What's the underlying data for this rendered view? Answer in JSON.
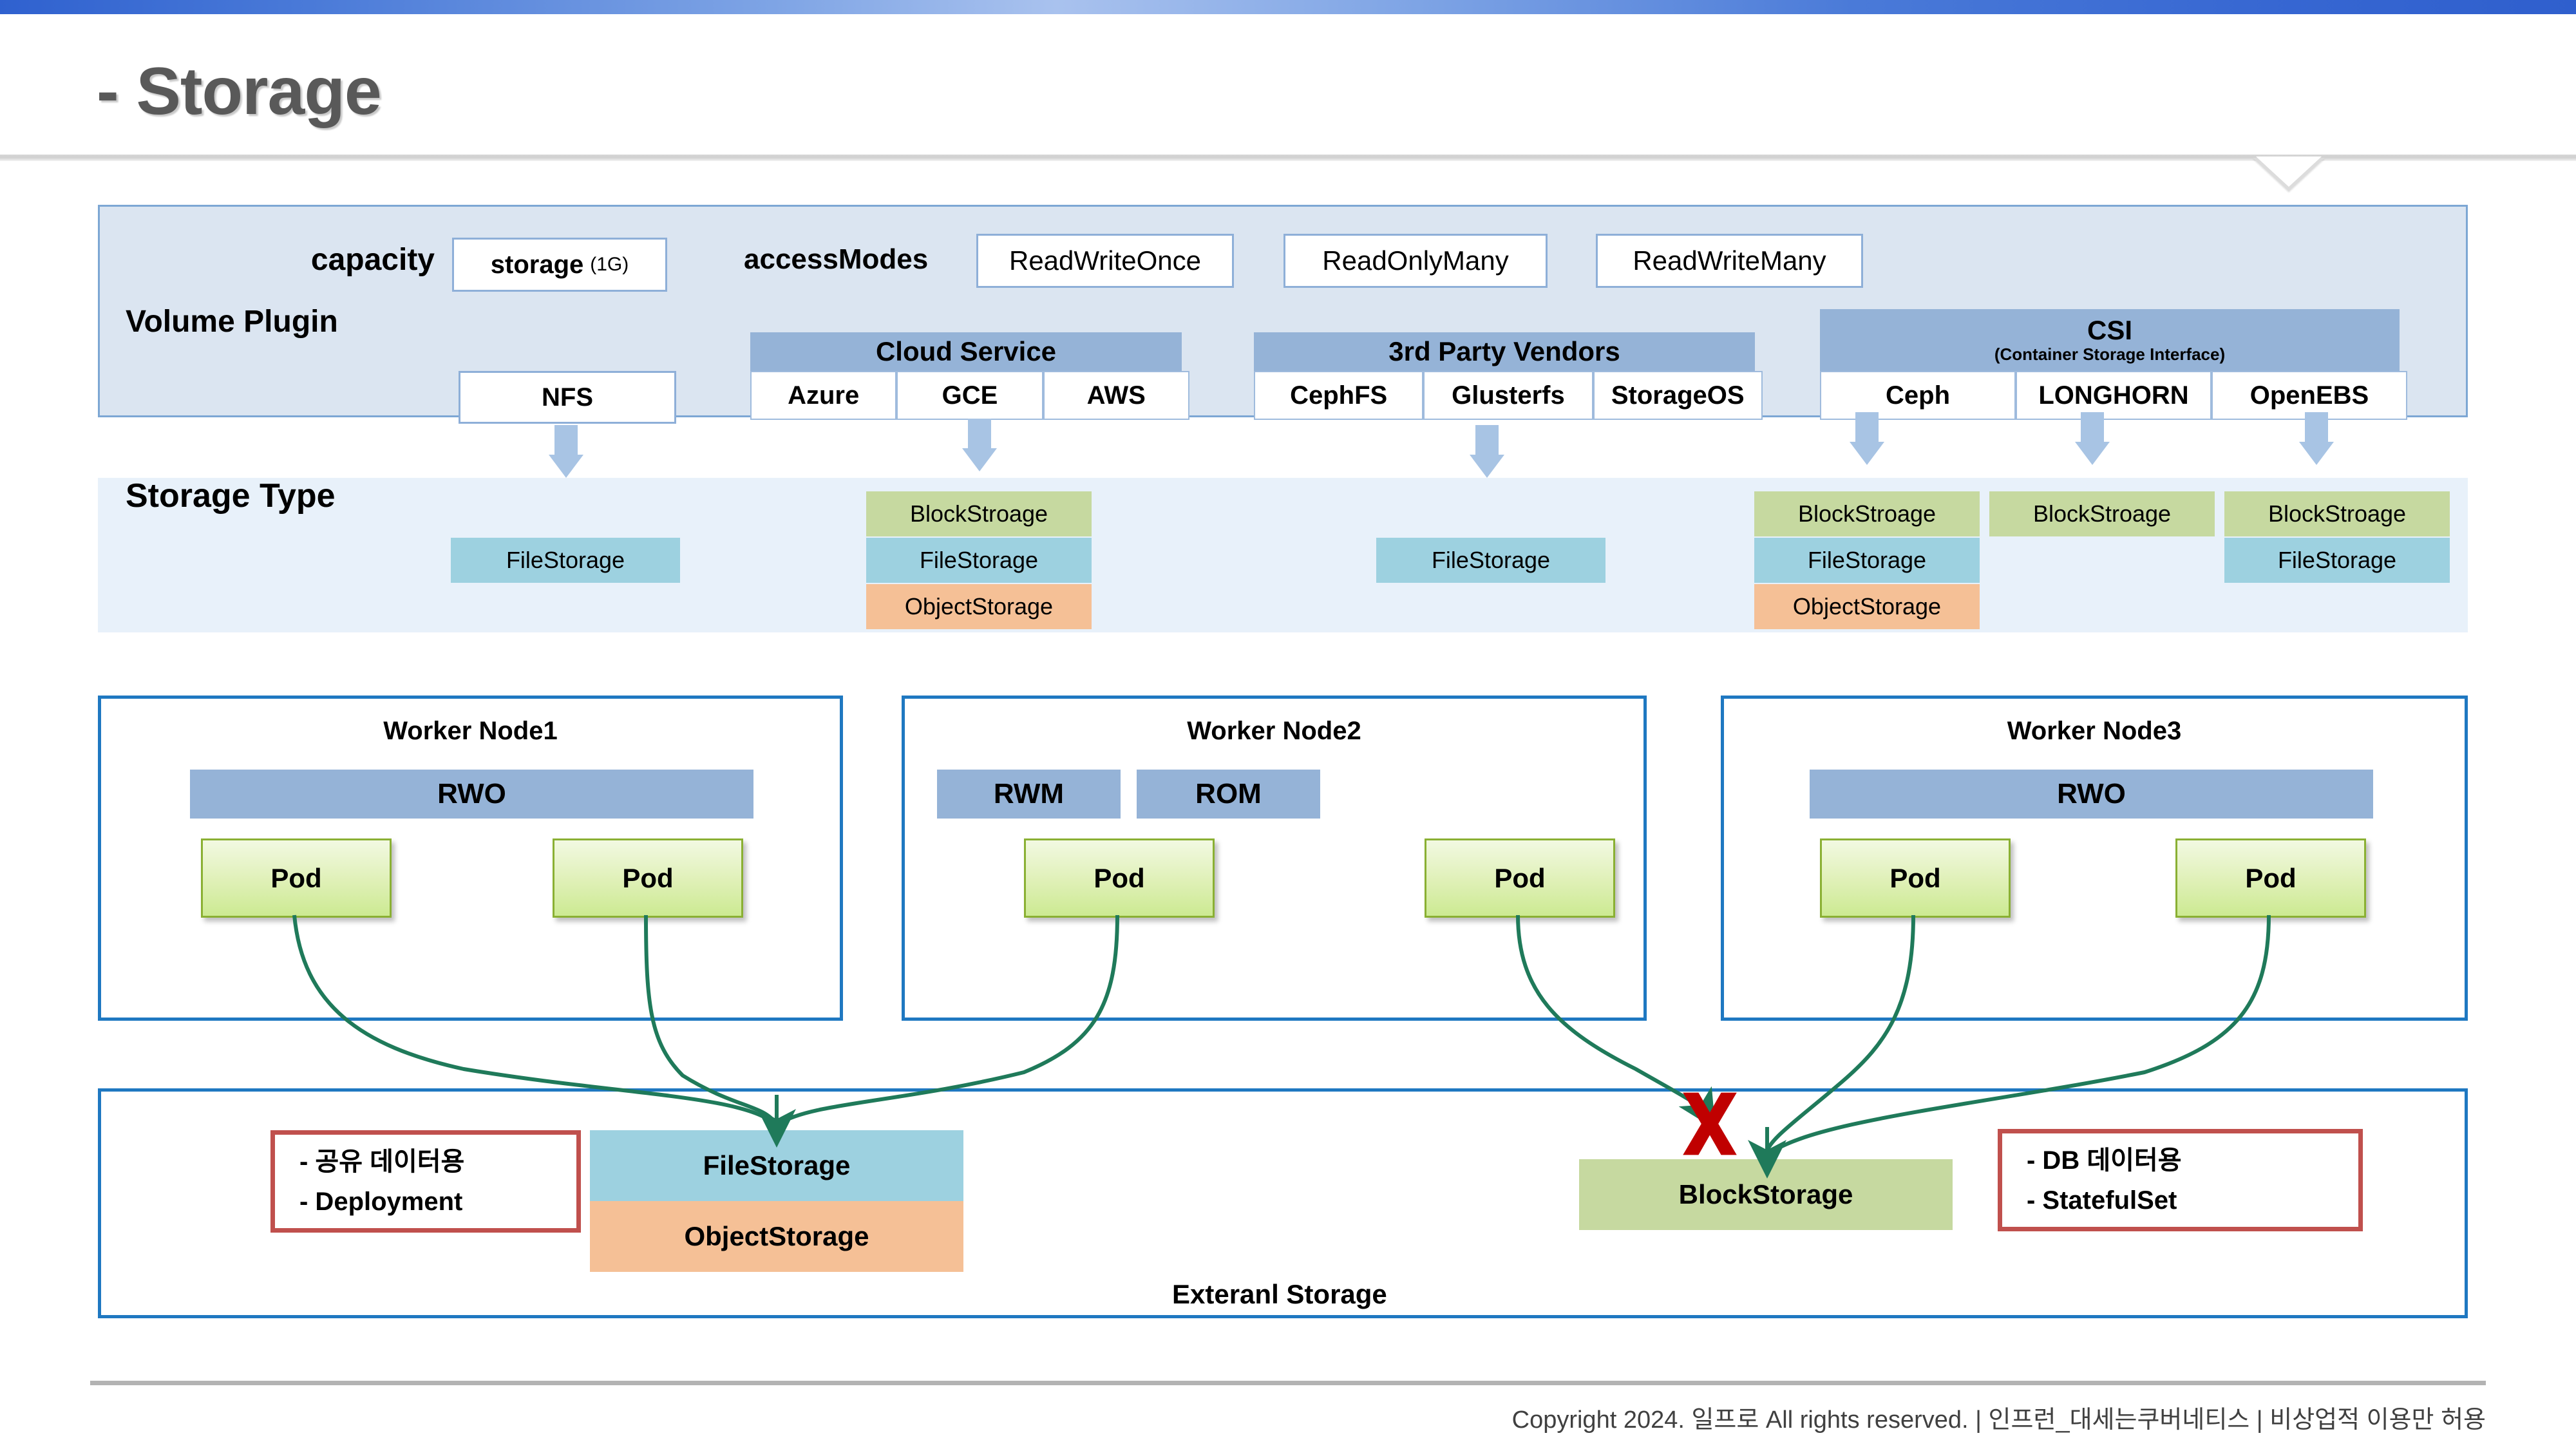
{
  "header": {
    "title": "-  Storage",
    "notch_icon": "callout-notch"
  },
  "spec_panel": {
    "capacity_label": "capacity",
    "storage_value": "storage",
    "storage_unit": "(1G)",
    "access_modes_label": "accessModes",
    "access_modes": [
      "ReadWriteOnce",
      "ReadOnlyMany",
      "ReadWriteMany"
    ],
    "volume_plugin_label": "Volume Plugin",
    "groups": [
      {
        "head": "",
        "sub": "",
        "cells": [
          "NFS"
        ]
      },
      {
        "head": "Cloud Service",
        "sub": "",
        "cells": [
          "Azure",
          "GCE",
          "AWS"
        ]
      },
      {
        "head": "3rd Party Vendors",
        "sub": "",
        "cells": [
          "CephFS",
          "Glusterfs",
          "StorageOS"
        ]
      },
      {
        "head": "CSI",
        "sub": "(Container Storage Interface)",
        "cells": [
          "Ceph",
          "LONGHORN",
          "OpenEBS"
        ]
      }
    ]
  },
  "storage_type": {
    "label": "Storage Type",
    "columns": [
      {
        "for": "NFS",
        "tiles": [
          "FileStorage"
        ]
      },
      {
        "for": "Cloud Service",
        "tiles": [
          "BlockStroage",
          "FileStorage",
          "ObjectStorage"
        ]
      },
      {
        "for": "3rd Party Vendors",
        "tiles": [
          "FileStorage"
        ]
      },
      {
        "for": "Ceph",
        "tiles": [
          "BlockStroage",
          "FileStorage",
          "ObjectStorage"
        ]
      },
      {
        "for": "LONGHORN",
        "tiles": [
          "BlockStroage"
        ]
      },
      {
        "for": "OpenEBS",
        "tiles": [
          "BlockStroage",
          "FileStorage"
        ]
      }
    ],
    "tile_names": {
      "block": "BlockStroage",
      "file": "FileStorage",
      "object": "ObjectStorage"
    }
  },
  "nodes": [
    {
      "title": "Worker Node1",
      "modes": [
        "RWO"
      ],
      "pods": [
        "Pod",
        "Pod"
      ]
    },
    {
      "title": "Worker Node2",
      "modes": [
        "RWM",
        "ROM"
      ],
      "pods": [
        "Pod",
        "Pod"
      ]
    },
    {
      "title": "Worker Node3",
      "modes": [
        "RWO"
      ],
      "pods": [
        "Pod",
        "Pod"
      ]
    }
  ],
  "external_storage": {
    "label": "Exteranl Storage",
    "left_note": [
      "- 공유 데이터용",
      "- Deployment"
    ],
    "right_note": [
      "- DB 데이터용",
      "- StatefulSet"
    ],
    "left_tiles": [
      "FileStorage",
      "ObjectStorage"
    ],
    "right_tile": "BlockStorage",
    "blocked_marker": "red-x-icon"
  },
  "footer": {
    "copyright": "Copyright 2024. 일프로 All rights reserved. | 인프런_대세는쿠버네티스 | 비상업적 이용만 허용"
  },
  "colors": {
    "accent_blue": "#1f78c1",
    "panel_blue": "#dbe5f1",
    "band_blue": "#e8f1fa",
    "header_blue": "#95b3d7",
    "block_green": "#c6d9a0",
    "file_cyan": "#9dd1e0",
    "object_orange": "#f5c096",
    "note_red": "#c0504d",
    "arrow_green": "#1f7a5a"
  }
}
